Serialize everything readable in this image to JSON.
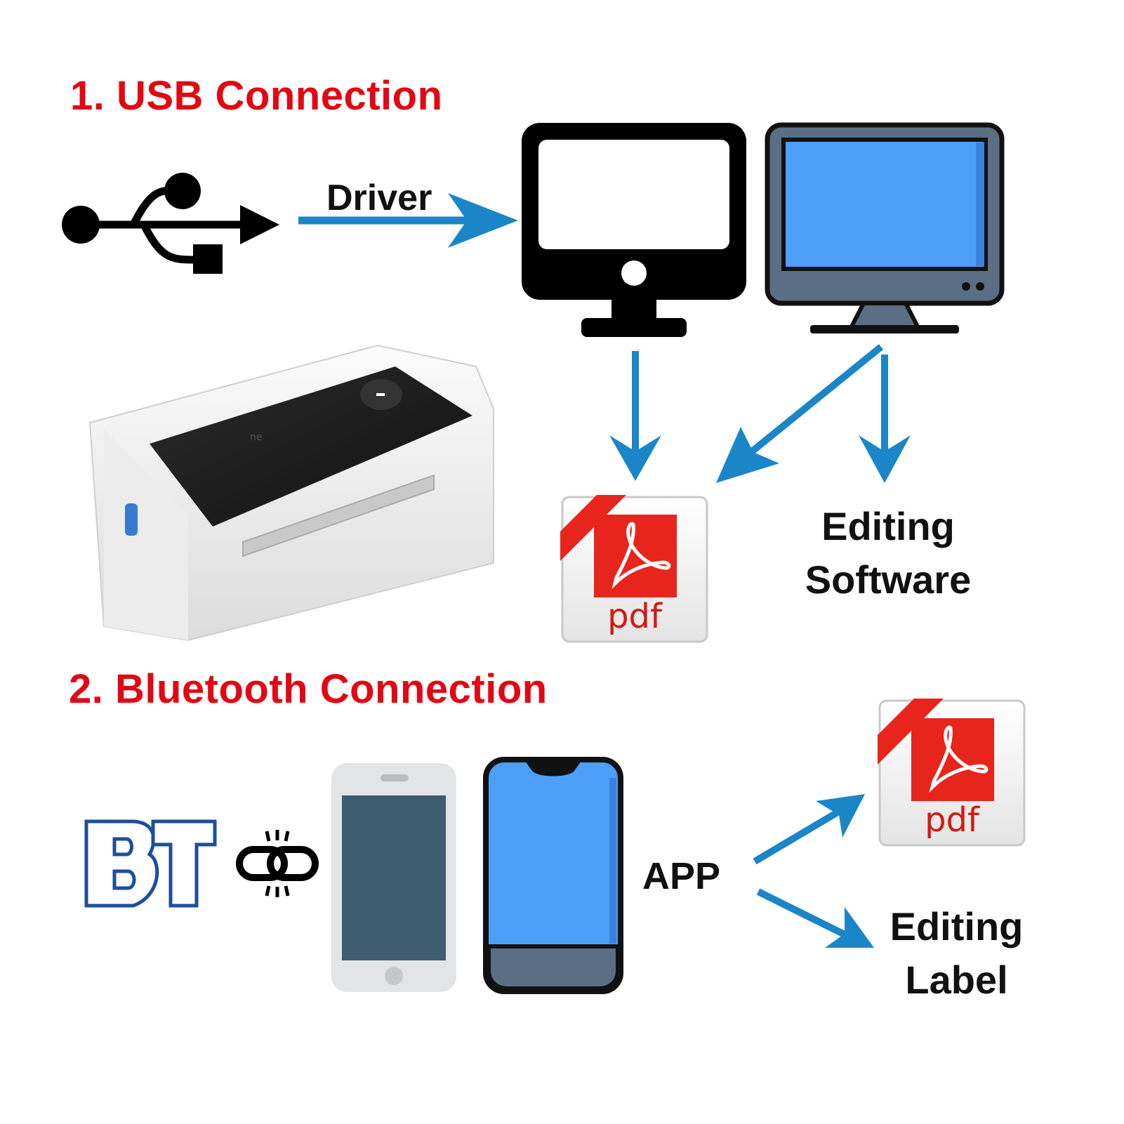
{
  "sections": {
    "usb": {
      "heading": "1. USB Connection",
      "driver_label": "Driver",
      "editing_software": [
        "Editing",
        "Software"
      ],
      "pdf_text": "pdf"
    },
    "bluetooth": {
      "heading": "2. Bluetooth Connection",
      "bt_logo": "BT",
      "app_label": "APP",
      "editing_label": [
        "Editing",
        "Label"
      ],
      "pdf_text": "pdf"
    }
  },
  "printer": {
    "brand_text": "ne"
  },
  "colors": {
    "heading": "#e30613",
    "arrow": "#1a86c8",
    "screen_blue": "#4d9ef7",
    "bt_blue": "#1c4f9c",
    "pdf_red": "#e8251c"
  },
  "icons": [
    "usb-icon",
    "desktop-monitor-icon",
    "color-monitor-icon",
    "printer-image",
    "pdf-icon",
    "bt-logo",
    "pairing-link-icon",
    "smartphone-grey-icon",
    "smartphone-blue-icon"
  ]
}
